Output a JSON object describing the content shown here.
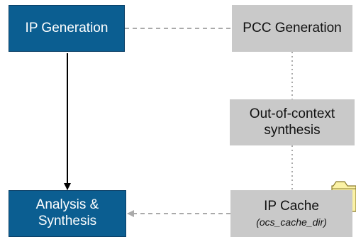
{
  "nodes": {
    "ip_generation": {
      "label": "IP Generation"
    },
    "pcc_generation": {
      "label": "PCC Generation"
    },
    "ooc_synthesis": {
      "line1": "Out-of-context",
      "line2": "synthesis"
    },
    "analysis_synthesis": {
      "line1": "Analysis &",
      "line2": "Synthesis"
    },
    "ip_cache": {
      "label": "IP Cache",
      "sublabel": "(ocs_cache_dir)"
    }
  },
  "colors": {
    "blue_box": "#0b5e91",
    "gray_box": "#c9c9c9",
    "dashed_line": "#aaaaaa",
    "solid_arrow": "#000000",
    "folder_fill": "#fbf2a6",
    "folder_stroke": "#8a7a2a"
  },
  "icons": {
    "folder": "folder-icon"
  }
}
